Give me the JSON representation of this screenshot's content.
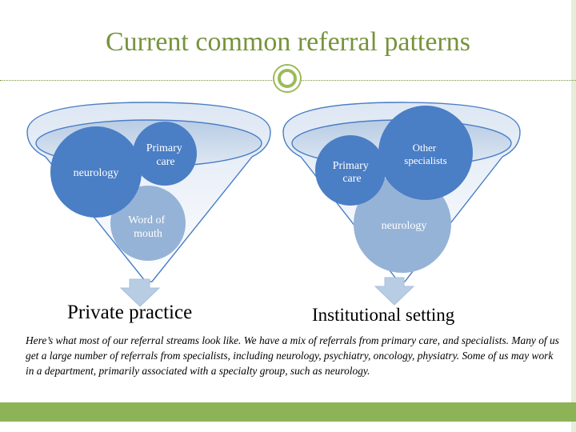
{
  "title": "Current common referral patterns",
  "colors": {
    "accent_green": "#77933c",
    "footer_green": "#8db357",
    "circle_dark": "#4a7ec5",
    "circle_light": "#95b3d7"
  },
  "left_funnel": {
    "circles": [
      "neurology",
      "Primary care",
      "Word of mouth"
    ],
    "label": "Private practice"
  },
  "right_funnel": {
    "circles": [
      "Primary care",
      "Other specialists",
      "neurology"
    ],
    "label": "Institutional setting"
  },
  "caption": "Here’s what most of our referral streams look like.  We have a mix of referrals from primary care, and specialists.  Many of us get a large number of referrals from specialists, including neurology, psychiatry, oncology, physiatry.  Some of us may work in a department, primarily associated with a specialty group, such as neurology."
}
